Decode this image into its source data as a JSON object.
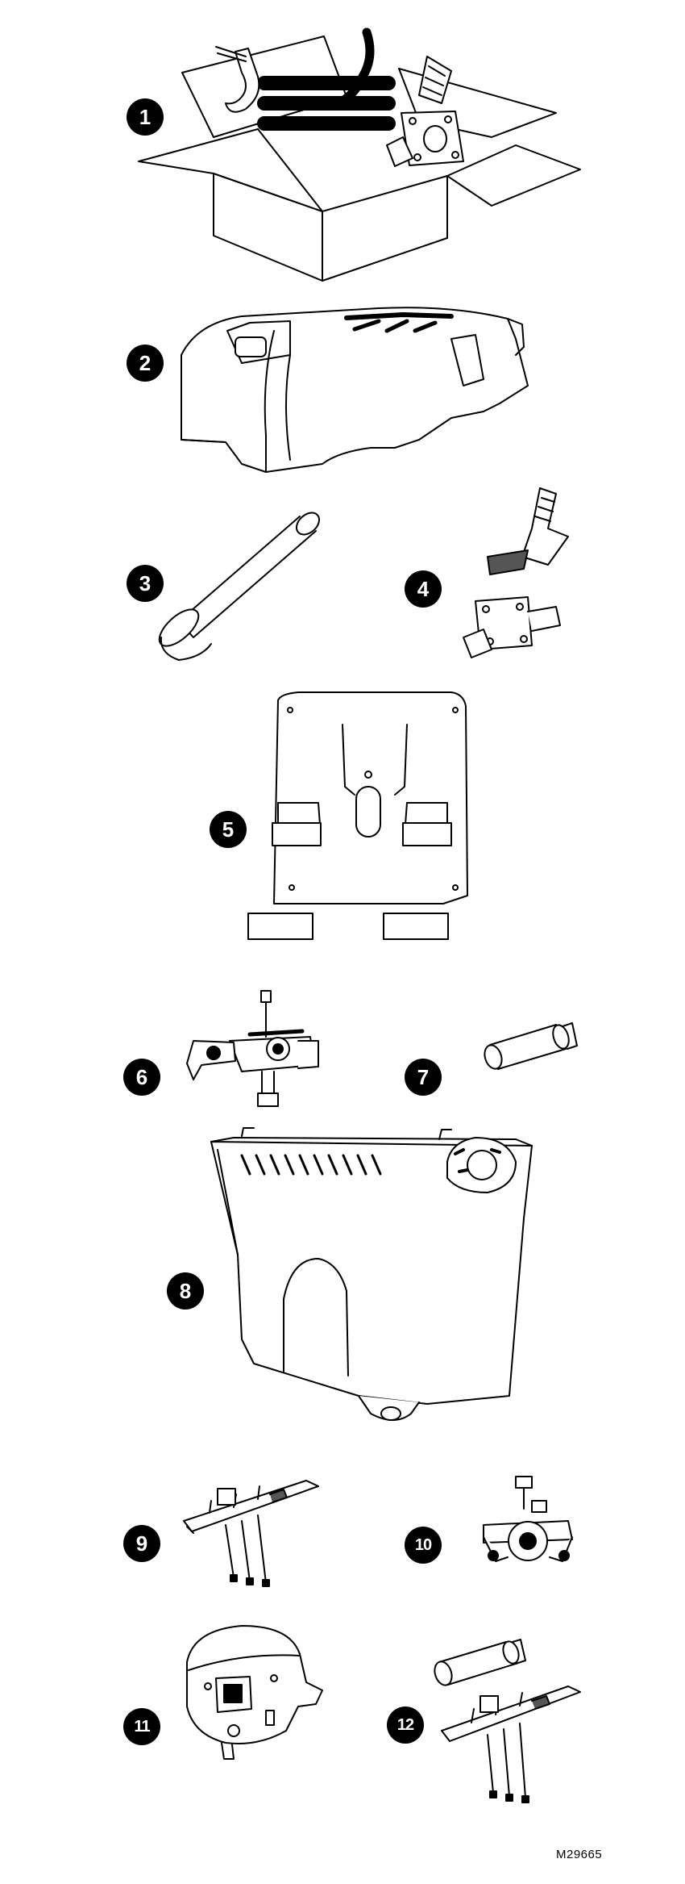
{
  "parts": [
    {
      "number": "1",
      "icon": "parts-box-icon"
    },
    {
      "number": "2",
      "icon": "burner-cover-icon"
    },
    {
      "number": "3",
      "icon": "flue-pipe-icon"
    },
    {
      "number": "4",
      "icon": "hose-fittings-icon"
    },
    {
      "number": "5",
      "icon": "mounting-bracket-icon"
    },
    {
      "number": "6",
      "icon": "gas-valve-icon"
    },
    {
      "number": "7",
      "icon": "orifice-tube-icon"
    },
    {
      "number": "8",
      "icon": "combustion-chamber-icon"
    },
    {
      "number": "9",
      "icon": "burner-assembly-icon"
    },
    {
      "number": "10",
      "icon": "pipe-clamp-valve-icon"
    },
    {
      "number": "11",
      "icon": "pressure-switch-icon"
    },
    {
      "number": "12",
      "icon": "burner-kit-icon"
    }
  ],
  "figure_code": "M29665",
  "colors": {
    "ink": "#000000",
    "paper": "#ffffff",
    "shade": "#555555"
  }
}
